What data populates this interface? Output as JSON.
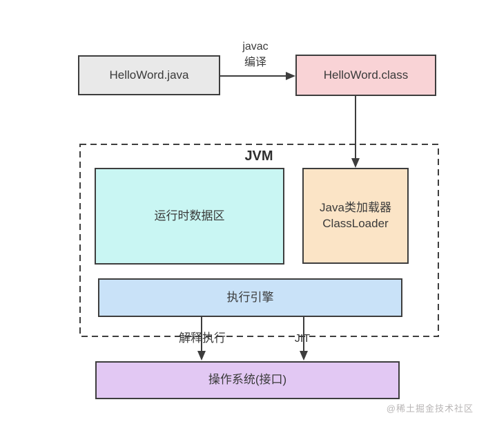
{
  "diagram": {
    "jvm_label": "JVM",
    "watermark": "@稀土掘金技术社区",
    "boxes": {
      "source_file": {
        "label": "HelloWord.java",
        "fill": "#e9e9e9"
      },
      "class_file": {
        "label": "HelloWord.class",
        "fill": "#f9d3d6"
      },
      "runtime_data_area": {
        "label": "运行时数据区",
        "fill": "#c9f6f3"
      },
      "class_loader": {
        "line1": "Java类加载器",
        "line2": "ClassLoader",
        "fill": "#fbe4c6"
      },
      "execution_engine": {
        "label": "执行引擎",
        "fill": "#c9e2f8"
      },
      "operating_system": {
        "label": "操作系统(接口)",
        "fill": "#e2c8f3"
      }
    },
    "edges": {
      "compile": {
        "line1": "javac",
        "line2": "编译"
      },
      "interpret": {
        "label": "解释执行"
      },
      "jit": {
        "label": "JIT"
      }
    },
    "colors": {
      "border": "#3d3d3d",
      "arrow": "#3d3d3d",
      "text": "#3a3a3a",
      "watermark": "#b9b6b6",
      "background": "#ffffff"
    }
  }
}
